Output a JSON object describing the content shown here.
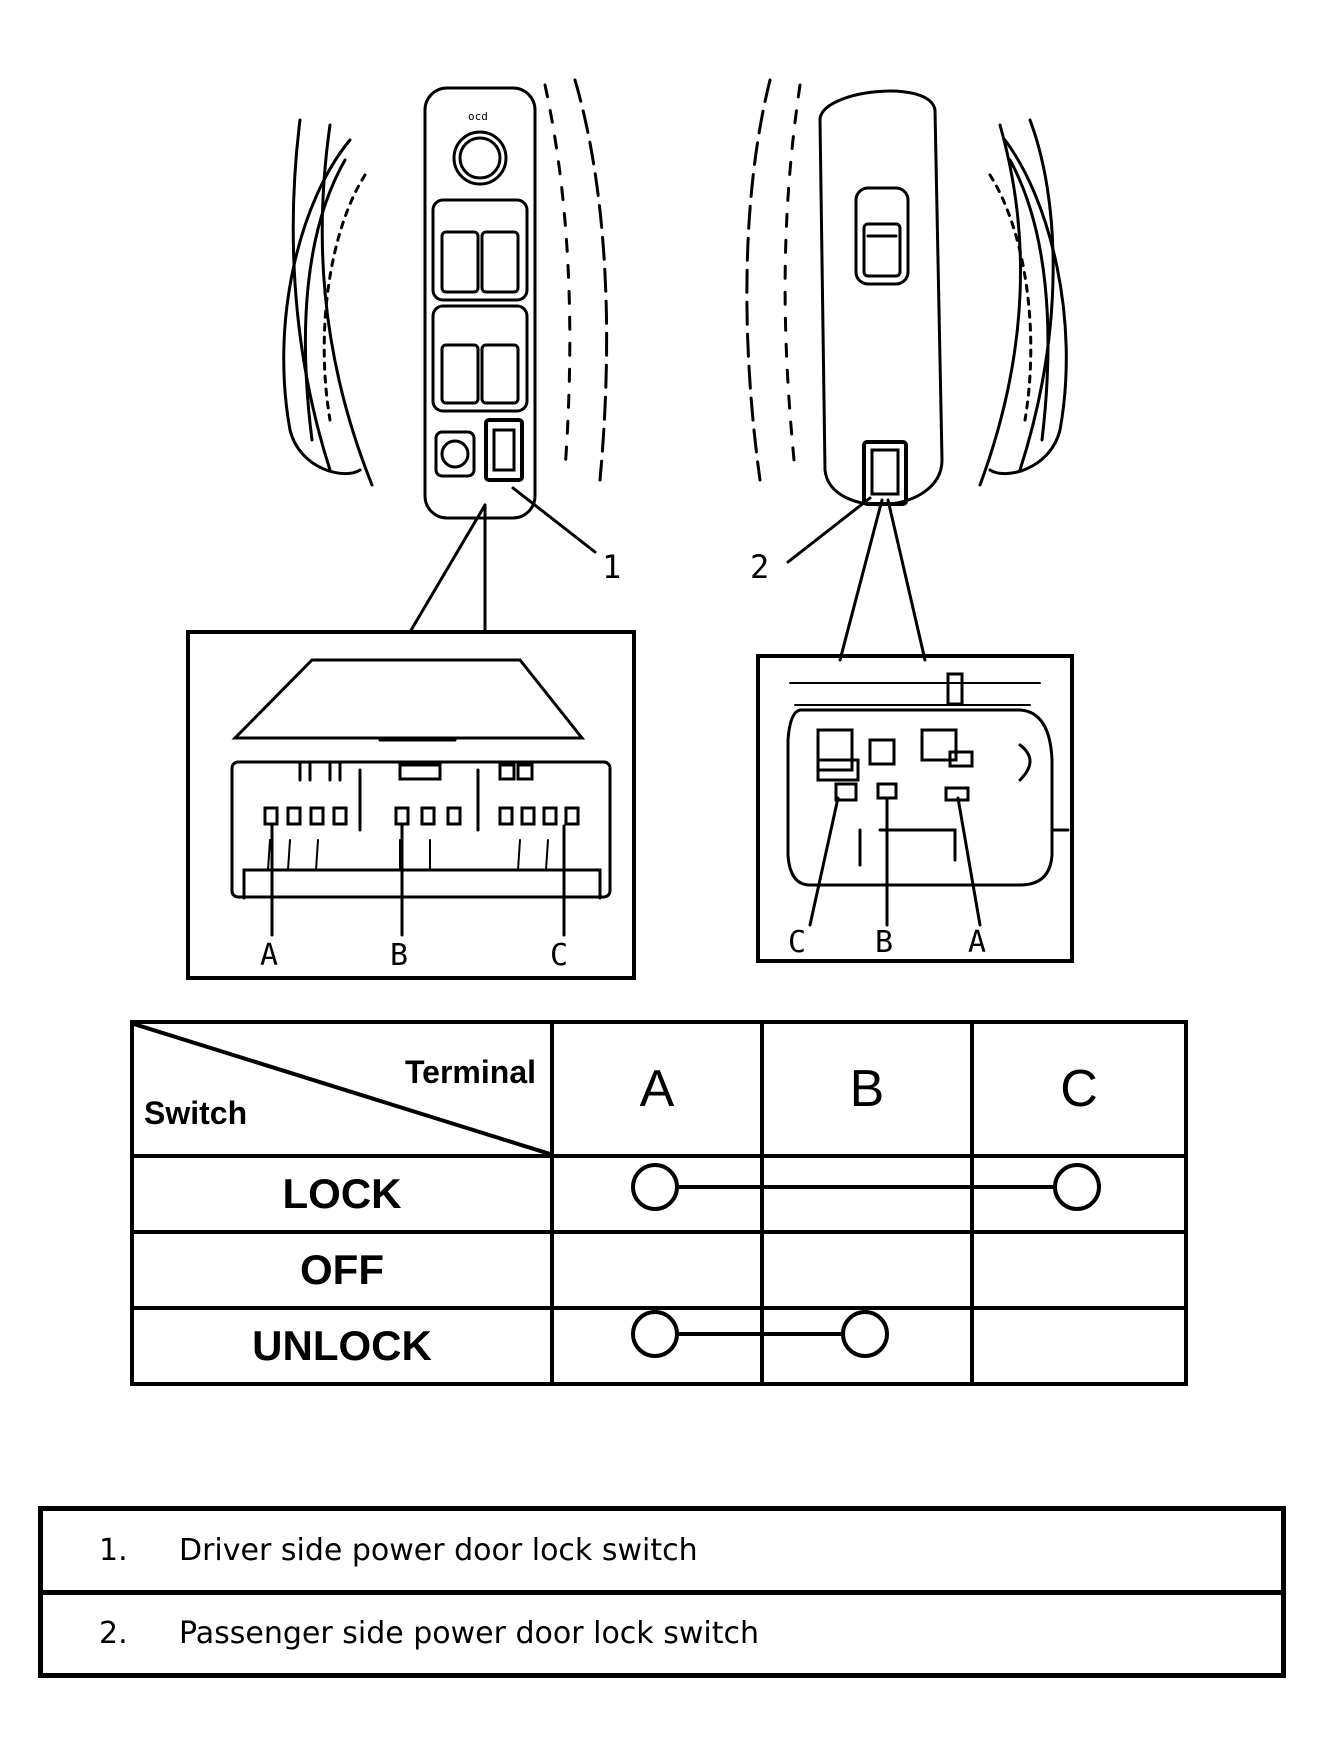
{
  "callouts": {
    "driver": "1",
    "passenger": "2"
  },
  "driver_connector_terminals": [
    "A",
    "B",
    "C"
  ],
  "passenger_connector_terminals": [
    "C",
    "B",
    "A"
  ],
  "table": {
    "corner_top": "Terminal",
    "corner_bottom": "Switch",
    "columns": [
      "A",
      "B",
      "C"
    ],
    "rows": [
      {
        "label": "LOCK",
        "connected": [
          "A",
          "C"
        ]
      },
      {
        "label": "OFF",
        "connected": []
      },
      {
        "label": "UNLOCK",
        "connected": [
          "A",
          "B"
        ]
      }
    ]
  },
  "legend": [
    {
      "number": "1.",
      "text": "Driver side power door lock switch"
    },
    {
      "number": "2.",
      "text": "Passenger side power door lock switch"
    }
  ]
}
